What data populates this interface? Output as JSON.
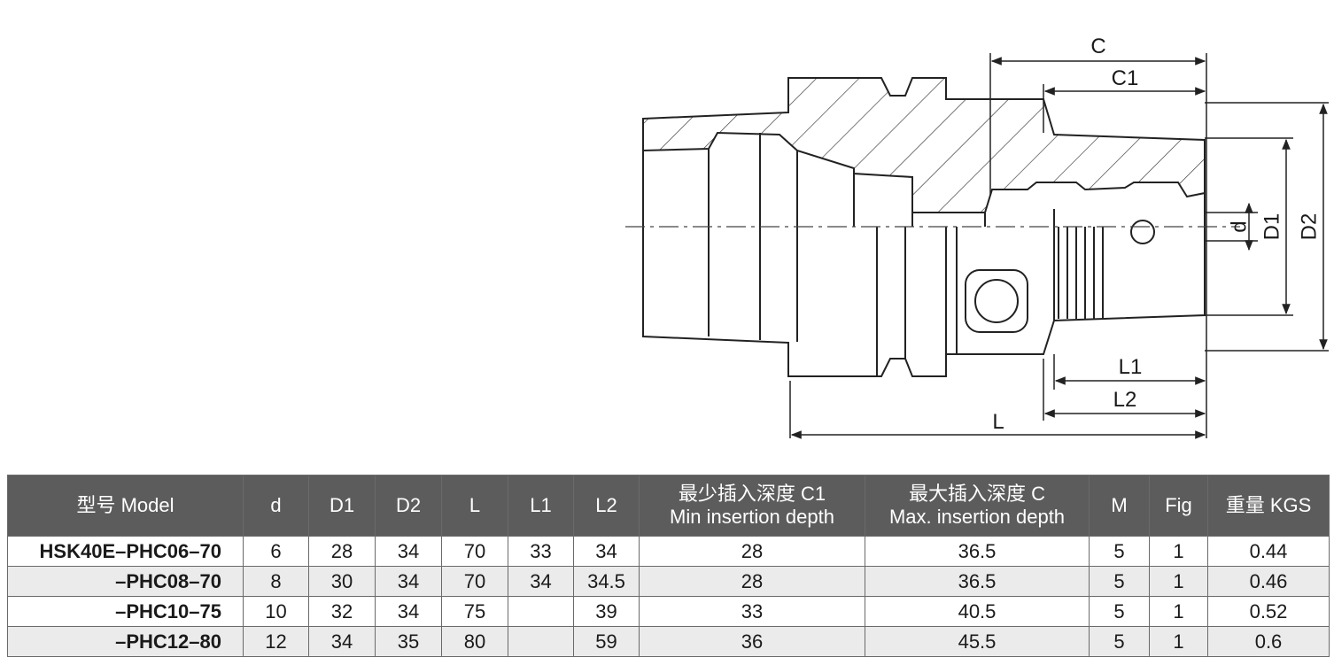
{
  "drawing": {
    "dim_labels": {
      "C": "C",
      "C1": "C1",
      "d": "d",
      "D1": "D1",
      "D2": "D2",
      "L1": "L1",
      "L2": "L2",
      "L": "L"
    }
  },
  "table": {
    "headers": {
      "model": "型号 Model",
      "d": "d",
      "D1": "D1",
      "D2": "D2",
      "L": "L",
      "L1": "L1",
      "L2": "L2",
      "c1_line1": "最少插入深度 C1",
      "c1_line2": "Min insertion depth",
      "c_line1": "最大插入深度 C",
      "c_line2": "Max. insertion depth",
      "M": "M",
      "fig": "Fig",
      "weight": "重量 KGS"
    },
    "rows": [
      {
        "model": "HSK40E–PHC06–70",
        "d": "6",
        "D1": "28",
        "D2": "34",
        "L": "70",
        "L1": "33",
        "L2": "34",
        "C1": "28",
        "C": "36.5",
        "M": "5",
        "fig": "1",
        "weight": "0.44"
      },
      {
        "model": "–PHC08–70",
        "d": "8",
        "D1": "30",
        "D2": "34",
        "L": "70",
        "L1": "34",
        "L2": "34.5",
        "C1": "28",
        "C": "36.5",
        "M": "5",
        "fig": "1",
        "weight": "0.46"
      },
      {
        "model": "–PHC10–75",
        "d": "10",
        "D1": "32",
        "D2": "34",
        "L": "75",
        "L1": "",
        "L2": "39",
        "C1": "33",
        "C": "40.5",
        "M": "5",
        "fig": "1",
        "weight": "0.52"
      },
      {
        "model": "–PHC12–80",
        "d": "12",
        "D1": "34",
        "D2": "35",
        "L": "80",
        "L1": "",
        "L2": "59",
        "C1": "36",
        "C": "45.5",
        "M": "5",
        "fig": "1",
        "weight": "0.6"
      }
    ]
  }
}
